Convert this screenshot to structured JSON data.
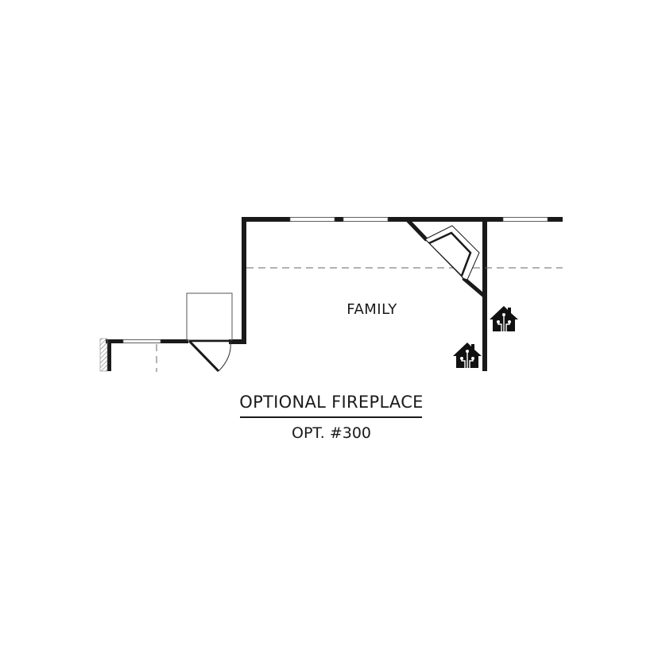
{
  "plan": {
    "room_label": "FAMILY",
    "title": "OPTIONAL FIREPLACE",
    "option_code": "OPT. #300",
    "wall_color": "#1a1a1a"
  }
}
